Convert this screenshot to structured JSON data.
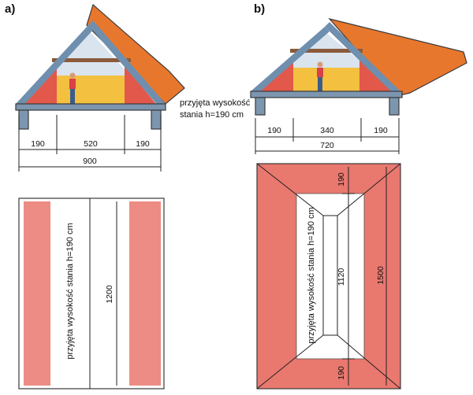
{
  "panels": {
    "a": {
      "label": "a)",
      "dims_top": [
        "190",
        "520",
        "190"
      ],
      "dim_total": "900",
      "height_note_line1": "przyjęta wysokość",
      "height_note_line2": "stania h=190 cm",
      "plan_length": "1200",
      "plan_note": "przyjęta wysokość stania h=190 cm"
    },
    "b": {
      "label": "b)",
      "dims_top": [
        "190",
        "340",
        "190"
      ],
      "dim_total": "720",
      "plan_top": "190",
      "plan_inner": "1120",
      "plan_bottom": "190",
      "plan_total": "1500",
      "plan_note": "przyjęta wysokość stania h=190 cm"
    }
  },
  "colors": {
    "roof_orange": "#e8772e",
    "roof_dark": "#c95a1f",
    "wall_red": "#e2584a",
    "floor_yellow": "#f3c040",
    "frame_blue": "#6f8fae",
    "plan_pink": "#e9786f"
  }
}
